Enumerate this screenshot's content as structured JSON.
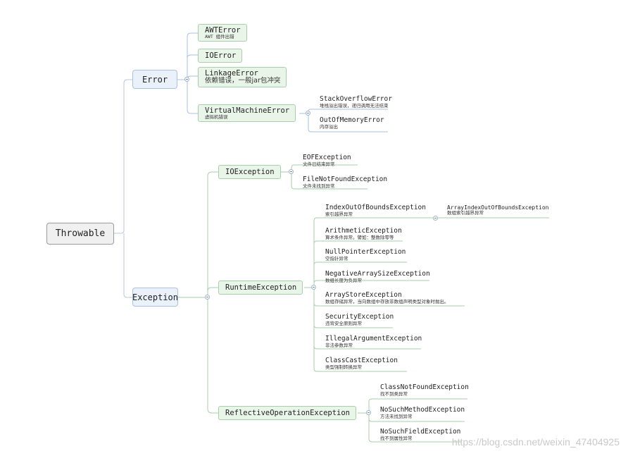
{
  "root": "Throwable",
  "error": {
    "label": "Error",
    "children": [
      {
        "title": "AWTError",
        "desc": "AWT 组件出错"
      },
      {
        "title": "IOError",
        "desc": ""
      },
      {
        "title": "LinkageError",
        "desc": "依赖错误，一般jar包冲突"
      },
      {
        "title": "VirtualMachineError",
        "desc": "虚拟机错误"
      }
    ],
    "vm_children": [
      {
        "title": "StackOverflowError",
        "desc": "堆栈溢出错误，递归调用无法结束"
      },
      {
        "title": "OutOfMemoryError",
        "desc": "内存溢出"
      }
    ]
  },
  "exception": {
    "label": "Exception",
    "io": {
      "label": "IOException",
      "children": [
        {
          "title": "EOFException",
          "desc": "文件已结束异常"
        },
        {
          "title": "FileNotFoundException",
          "desc": "文件未找到异常"
        }
      ]
    },
    "runtime": {
      "label": "RuntimeException",
      "children": [
        {
          "title": "IndexOutOfBoundsException",
          "desc": "索引越界异常"
        },
        {
          "title": "ArithmeticException",
          "desc": "算术条件异常。譬如：整数除零等"
        },
        {
          "title": "NullPointerException",
          "desc": "空指针异常"
        },
        {
          "title": "NegativeArraySizeException",
          "desc": "数组长度为负异常"
        },
        {
          "title": "ArrayStoreException",
          "desc": "数组存储异常，当向数组中存放非数组声明类型对象时抛出。"
        },
        {
          "title": "SecurityException",
          "desc": "违背安全原则异常"
        },
        {
          "title": "IllegalArgumentException",
          "desc": "非法参数异常"
        },
        {
          "title": "ClassCastException",
          "desc": "类型强制转换异常"
        }
      ],
      "index_child": {
        "title": "ArrayIndexOutOfBoundsException",
        "desc": "数组索引越界异常"
      }
    },
    "reflective": {
      "label": "ReflectiveOperationException",
      "children": [
        {
          "title": "ClassNotFoundException",
          "desc": "找不到类异常"
        },
        {
          "title": "NoSuchMethodException",
          "desc": "方法未找到异常"
        },
        {
          "title": "NoSuchFieldException",
          "desc": "找不到属性异常"
        }
      ]
    }
  },
  "watermark": "https://blog.csdn.net/weixin_47404925",
  "colors": {
    "error_branch": "#a9c1e2",
    "exception_branch": "#a8cfa8",
    "root_line": "#b9c7d8"
  }
}
